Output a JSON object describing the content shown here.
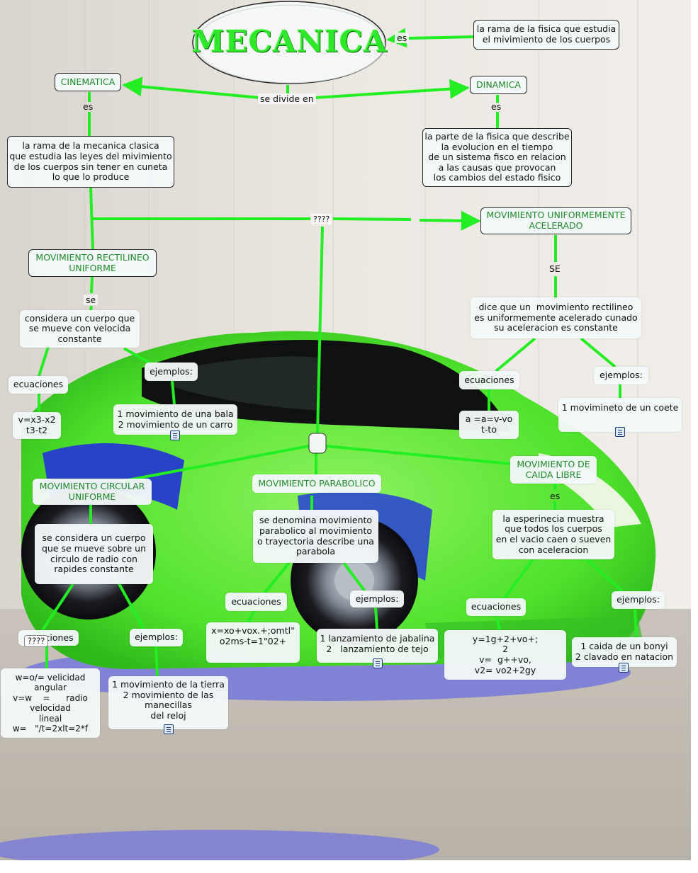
{
  "colors": {
    "link": "#22ee22",
    "concept_text": "#1f8a2a",
    "title": "#2ee82a",
    "car_body": "#5fe83a"
  },
  "title": "MECANICA",
  "nodes": {
    "definition": "la rama de la fisica que estudia\nel mivimiento de los cuerpos",
    "cinematica": "CINEMATICA",
    "dinamica": "DINAMICA",
    "cinematica_def": "la rama de la mecanica clasica\nque estudia las leyes del mivimiento\nde los cuerpos sin tener en cuneta\nlo que lo produce",
    "dinamica_def": "la parte de la fisica que describe\nla evolucion en el tiempo\nde un sistema fisco en relacion\na las causas que provocan\nlos cambios del estado fisico",
    "mua": "MOVIMIENTO UNIFORMEMENTE\nACELERADO",
    "mru": "MOVIMIENTO RECTILINEO\nUNIFORME",
    "mru_def": "considera un cuerpo que\nse mueve con velocida\nconstante",
    "mru_ecuaciones": "ecuaciones",
    "mru_ejemplos": "ejemplos:",
    "mru_formula": "v=x3-x2\nt3-t2",
    "mru_examples": "1 movimiento de una bala\n2 movimiento de un carro",
    "mua_def": "dice que un  movimiento rectilineo\nes uniformemente acelerado cunado\nsu aceleracion es constante",
    "mua_ecuaciones": "ecuaciones",
    "mua_ejemplos": "ejemplos:",
    "mua_formula": "a =a=v-vo\nt-to",
    "mua_examples": "1 movimineto de un coete",
    "mcl": "MOVIMIENTO DE\nCAIDA LIBRE",
    "mcu": "MOVIMIENTO CIRCULAR\nUNIFORME",
    "mcu_def": "se considera un cuerpo\nque se mueve sobre un\ncirculo de radio con\nrapides constante",
    "mcu_ecuaciones": "ecuaciones",
    "mcu_ejemplos": "ejemplos:",
    "mcu_formula": "w=o/= velicidad\nangular\nv=w    =      radio\nvelocidad\nlineal\nw=   \"/t=2xlt=2*f",
    "mcu_examples": "1 movimiento de la tierra\n2 movimiento de las\nmanecillas\ndel reloj",
    "mp": "MOVIMIENTO PARABOLICO",
    "mp_def": "se denomina movimiento\nparabolico al movimiento\no trayectoria describe una\nparabola",
    "mp_ecuaciones": "ecuaciones",
    "mp_ejemplos": "ejemplos:",
    "mp_formula": "x=xo+vox.+;omtl\"\no2ms-t=1\"02+",
    "mp_examples": "1 lanzamiento de jabalina\n2   lanzamiento de tejo",
    "mcl_def": "la esperinecia muestra\nque todos los cuerpos\nen el vacio caen o sueven\ncon aceleracion",
    "mcl_ecuaciones": "ecuaciones",
    "mcl_ejemplos": "ejemplos:",
    "mcl_formula": "y=1g+2+vo+;\n2\nv=  g++vo,\nv2= vo2+2gy",
    "mcl_examples": "1 caida de un bonyi\n2 clavado en natacion"
  },
  "link_labels": {
    "es_title": "es",
    "se_divide_en": "se divide en",
    "es_cinematica": "es",
    "es_dinamica": "es",
    "unknown_top": "????",
    "se_mua": "SE",
    "se_mru": "se",
    "es_mcl": "es",
    "unknown_mcu": "????"
  },
  "icons": [
    "document-icon-mru",
    "document-icon-mua",
    "document-icon-mp",
    "document-icon-mcu",
    "document-icon-mcl"
  ]
}
